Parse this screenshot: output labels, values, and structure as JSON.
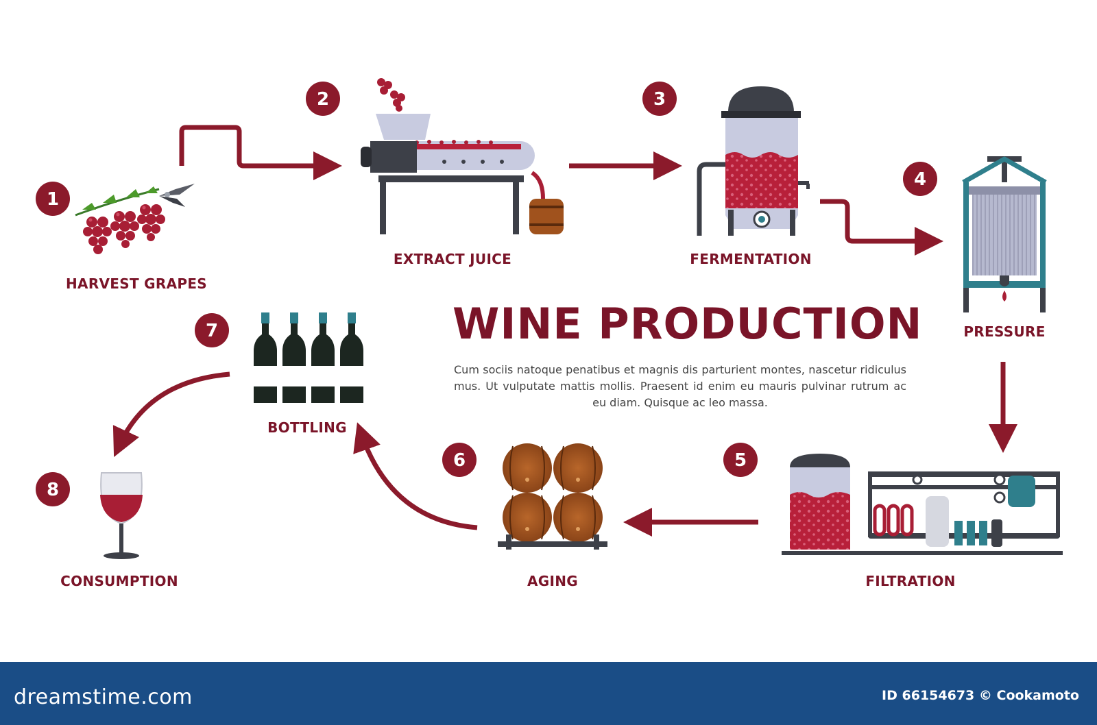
{
  "diagram": {
    "title": "WINE PRODUCTION",
    "description": "Cum sociis natoque penatibus et magnis dis parturient montes, nascetur ridiculus mus. Ut vulputate mattis mollis. Praesent id enim eu mauris pulvinar rutrum ac eu diam. Quisque ac leo massa.",
    "steps": [
      {
        "number": "1",
        "label": "HARVEST GRAPES"
      },
      {
        "number": "2",
        "label": "EXTRACT JUICE"
      },
      {
        "number": "3",
        "label": "FERMENTATION"
      },
      {
        "number": "4",
        "label": "PRESSURE"
      },
      {
        "number": "5",
        "label": "FILTRATION"
      },
      {
        "number": "6",
        "label": "AGING"
      },
      {
        "number": "7",
        "label": "BOTTLING"
      },
      {
        "number": "8",
        "label": "CONSUMPTION"
      }
    ]
  },
  "footer": {
    "brand": "dreamstime.com",
    "image_id": "ID 66154673 © Cookamoto"
  },
  "colors": {
    "accent": "#8b1a2b",
    "label": "#7a1428",
    "footer": "#1a4d86",
    "steel": "#3d4048",
    "tank": "#c8cbe0",
    "wood": "#a0521d",
    "teal": "#2f7f8c"
  }
}
